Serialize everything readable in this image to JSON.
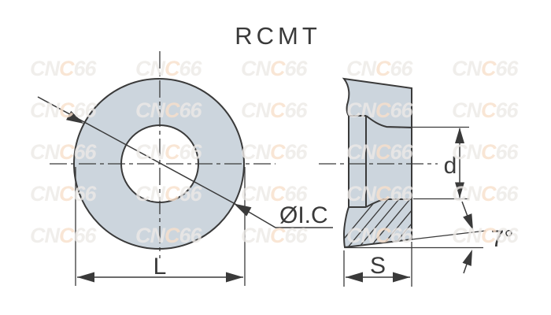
{
  "title": "RCMT",
  "front_view": {
    "diameter_label": "ØI.C",
    "width_label": "L"
  },
  "side_view": {
    "hole_diameter_label": "d",
    "clearance_angle_label": "7°",
    "thickness_label": "S"
  },
  "watermark": {
    "prefix": "CN",
    "accent": "C",
    "suffix": "66"
  },
  "colors": {
    "line": "#3a3a3a",
    "insert_fill": "#ccd5dd",
    "background": "#ffffff",
    "watermark_gray": "#edeae7",
    "watermark_accent": "#f8e0cb"
  }
}
